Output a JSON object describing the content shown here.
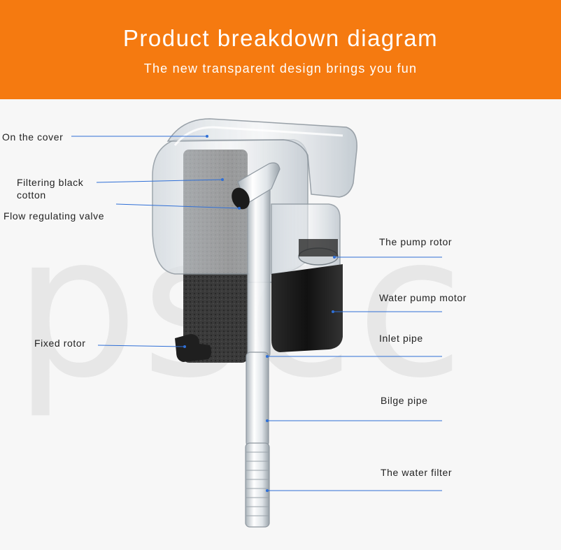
{
  "header": {
    "title": "Product breakdown diagram",
    "subtitle": "The new transparent design brings you fun"
  },
  "watermark": "pscc",
  "labels": {
    "cover": "On the cover",
    "black_cotton_line1": "Filtering black",
    "black_cotton_line2": "cotton",
    "valve": "Flow regulating valve",
    "pump_rotor": "The pump rotor",
    "pump_motor": "Water pump motor",
    "inlet_pipe": "Inlet pipe",
    "fixed_rotor": "Fixed rotor",
    "bilge_pipe": "Bilge pipe",
    "water_filter": "The water filter"
  },
  "colors": {
    "banner": "#f57a10",
    "leader_line": "#2f6fd6"
  }
}
